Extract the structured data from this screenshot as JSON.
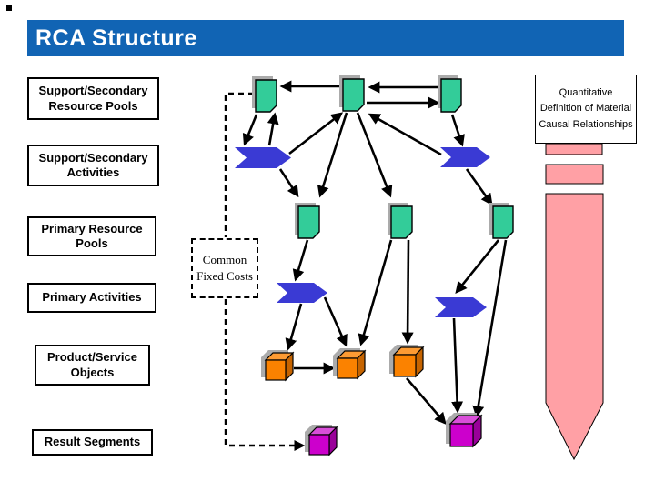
{
  "slide": {
    "title": "RCA Structure"
  },
  "row_labels": [
    "Support/Secondary Resource Pools",
    "Support/Secondary Activities",
    "Primary Resource Pools",
    "Primary Activities",
    "Product/Service Objects",
    "Result Segments"
  ],
  "annotations": {
    "quantitative": "Quantitative Definition of Material Causal Relationships",
    "common_fixed_costs": "Common Fixed Costs"
  },
  "colors": {
    "title_bar": "#1164B4",
    "pool_green": "#33CC99",
    "activity_blue": "#3A3AD4",
    "object_orange": "#FB8200",
    "object_orange_top": "#FD9B33",
    "object_orange_side": "#C66400",
    "segment_magenta": "#CC00CC",
    "segment_magenta_top": "#D94FD9",
    "segment_magenta_side": "#990099",
    "causal_pink": "#FFA0A5",
    "shadow_gray": "#ABABAB"
  }
}
